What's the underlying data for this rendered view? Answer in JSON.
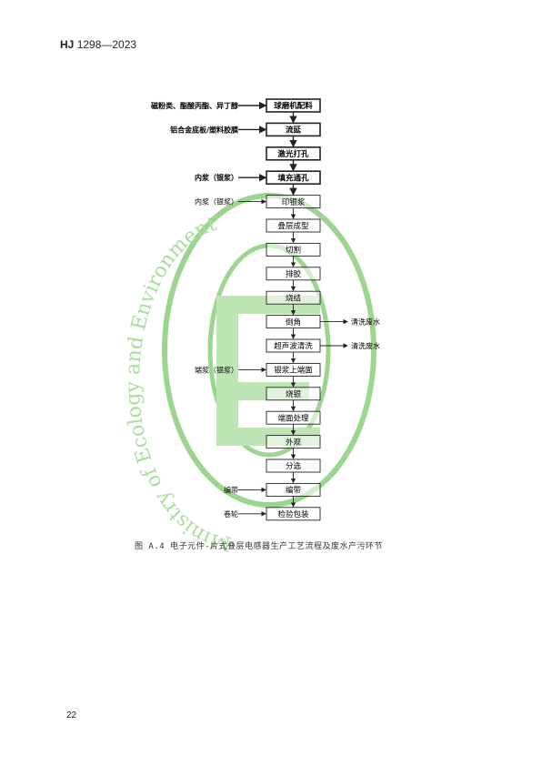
{
  "header": {
    "std_code": "HJ",
    "std_number": "1298—2023"
  },
  "page_number": "22",
  "caption": "图 A.4  电子元件-片式叠层电感器生产工艺流程及废水产污环节",
  "watermark": {
    "text": "Ministry of Ecology and Environment",
    "color": "#6dbf5a"
  },
  "steps": [
    {
      "label": "球磨机配料",
      "bold": true
    },
    {
      "label": "流延",
      "bold": true
    },
    {
      "label": "激光打孔",
      "bold": true
    },
    {
      "label": "填充通孔",
      "bold": true
    },
    {
      "label": "印银浆",
      "bold": false
    },
    {
      "label": "叠层成型",
      "bold": false
    },
    {
      "label": "切割",
      "bold": false
    },
    {
      "label": "排胶",
      "bold": false
    },
    {
      "label": "烧结",
      "bold": false
    },
    {
      "label": "倒角",
      "bold": false
    },
    {
      "label": "超声波清洗",
      "bold": false
    },
    {
      "label": "银浆上端面",
      "bold": false
    },
    {
      "label": "烧银",
      "bold": false
    },
    {
      "label": "端面处理",
      "bold": false
    },
    {
      "label": "外观",
      "bold": false
    },
    {
      "label": "分选",
      "bold": false
    },
    {
      "label": "编带",
      "bold": false
    },
    {
      "label": "检验包装",
      "bold": false
    }
  ],
  "inputs": [
    {
      "label": "磁粉类、酯酸丙酯、异丁醇",
      "step": 0,
      "bold": true
    },
    {
      "label": "铝合金底板/塑料胶膜",
      "step": 1,
      "bold": true
    },
    {
      "label": "内浆（银浆）",
      "step": 3,
      "bold": true
    },
    {
      "label": "内浆（银浆）",
      "step": 4,
      "bold": false
    },
    {
      "label": "端浆（银浆）",
      "step": 11,
      "bold": false
    },
    {
      "label": "编带",
      "step": 16,
      "bold": false
    },
    {
      "label": "卷轮",
      "step": 17,
      "bold": false
    }
  ],
  "outputs": [
    {
      "label": "清洗废水",
      "step": 9
    },
    {
      "label": "清洗废水",
      "step": 10
    }
  ]
}
